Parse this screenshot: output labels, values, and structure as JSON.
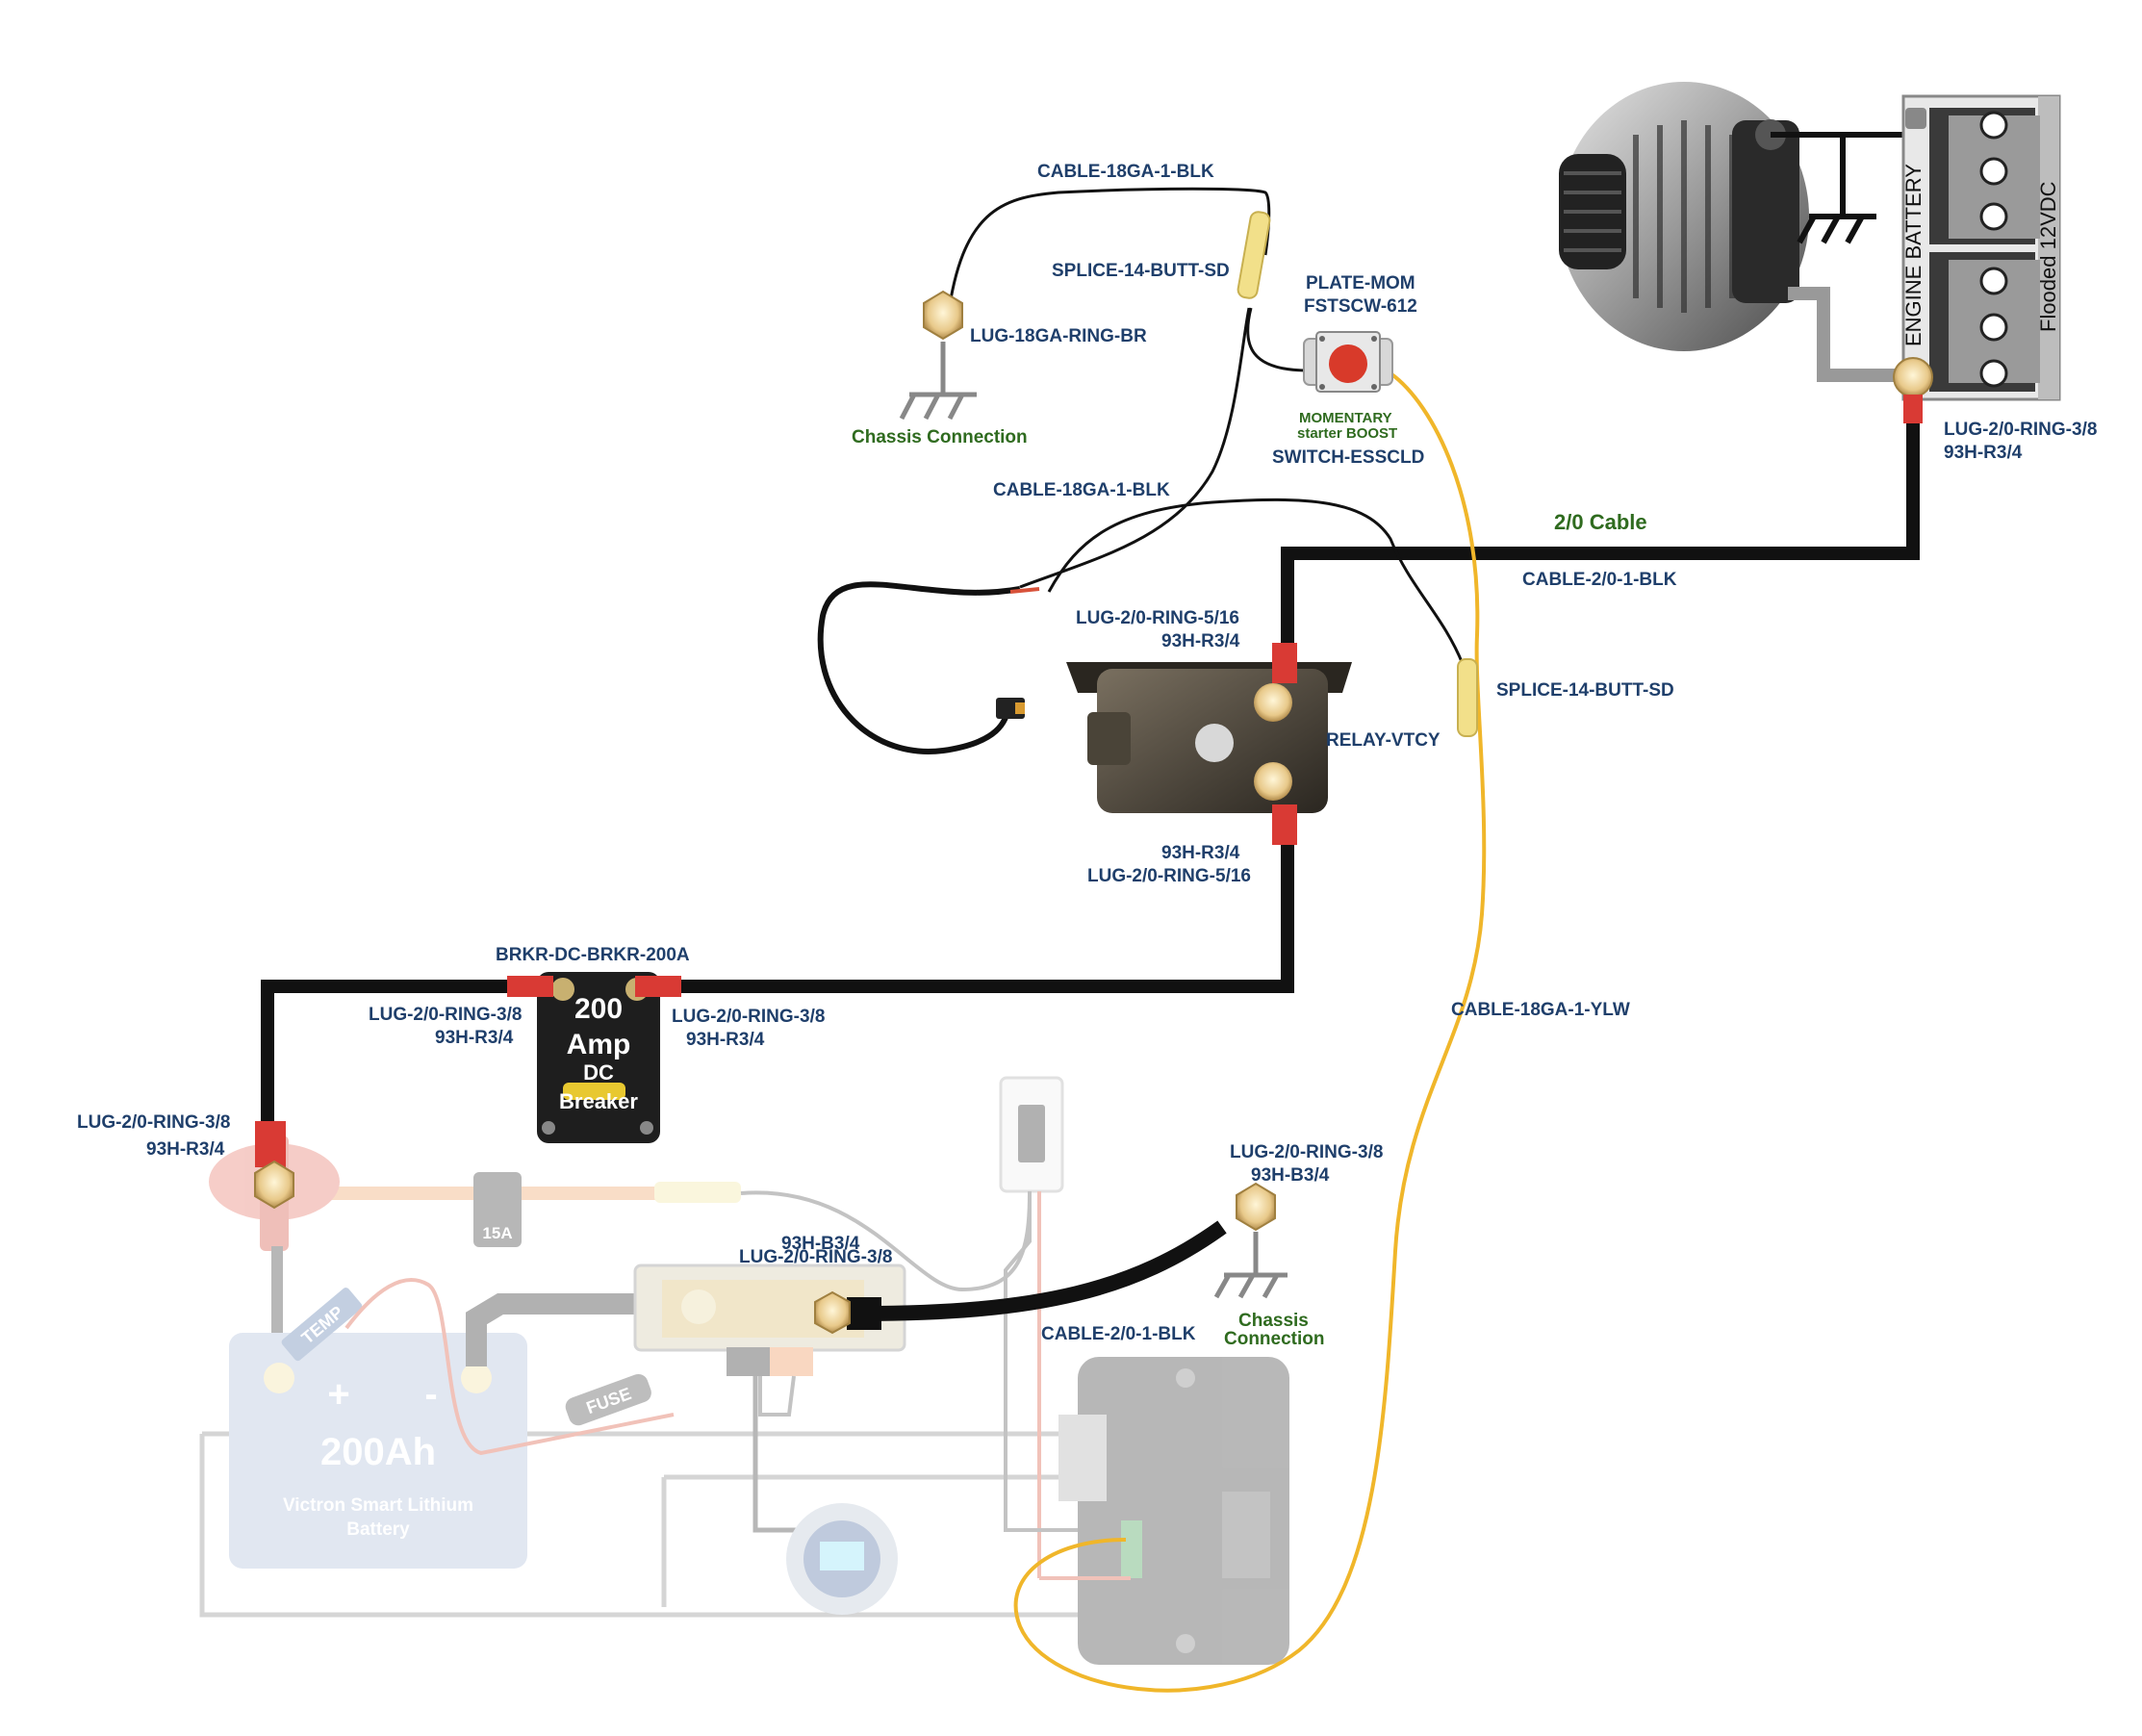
{
  "labels": {
    "cable_18ga_top": "CABLE-18GA-1-BLK",
    "splice_top": "SPLICE-14-BUTT-SD",
    "lug_18ga": "LUG-18GA-RING-BR",
    "chassis_top": "Chassis Connection",
    "plate_mom_1": "PLATE-MOM",
    "plate_mom_2": "FSTSCW-612",
    "momentary_1": "MOMENTARY",
    "momentary_2": "starter BOOST",
    "switch_essc": "SWITCH-ESSCLD",
    "cable_18ga_mid": "CABLE-18GA-1-BLK",
    "cable_20_title": "2/0 Cable",
    "cable_20_blk_top": "CABLE-2/0-1-BLK",
    "lug_eng_1": "LUG-2/0-RING-3/8",
    "lug_eng_2": "93H-R3/4",
    "relay_lug_top_1": "LUG-2/0-RING-5/16",
    "relay_lug_top_2": "93H-R3/4",
    "splice_mid": "SPLICE-14-BUTT-SD",
    "relay": "RELAY-VTCY",
    "relay_lug_bot_1": "93H-R3/4",
    "relay_lug_bot_2": "LUG-2/0-RING-5/16",
    "breaker_name": "BRKR-DC-BRKR-200A",
    "breaker_lug_left_1": "LUG-2/0-RING-3/8",
    "breaker_lug_left_2": "93H-R3/4",
    "breaker_lug_right_1": "LUG-2/0-RING-3/8",
    "breaker_lug_right_2": "93H-R3/4",
    "cable_18ga_ylw": "CABLE-18GA-1-YLW",
    "lug_left_1": "LUG-2/0-RING-3/8",
    "lug_left_2": "93H-R3/4",
    "lug_chassis_1": "LUG-2/0-RING-3/8",
    "lug_chassis_2": "93H-B3/4",
    "chassis_bot_1": "Chassis",
    "chassis_bot_2": "Connection",
    "shunt_lug_1": "93H-B3/4",
    "shunt_lug_2": "LUG-2/0-RING-3/8",
    "cable_20_blk_bot": "CABLE-2/0-1-BLK"
  },
  "devices": {
    "battery_engine": "ENGINE BATTERY",
    "battery_flooded": "Flooded 12VDC",
    "breaker_1": "200",
    "breaker_2": "Amp",
    "breaker_3": "DC",
    "breaker_4": "Breaker",
    "fuse_15a": "15A",
    "lithium_capacity": "200Ah",
    "lithium_name_1": "Victron Smart Lithium",
    "lithium_name_2": "Battery",
    "lithium_plus": "+",
    "lithium_minus": "-",
    "temp": "TEMP",
    "fuse": "FUSE"
  },
  "colors": {
    "label_blue": "#1f3f6b",
    "label_green": "#2f6b1f",
    "cable_black": "#111111",
    "cable_yellow": "#f0b62a",
    "lug_red": "#d93a34"
  }
}
